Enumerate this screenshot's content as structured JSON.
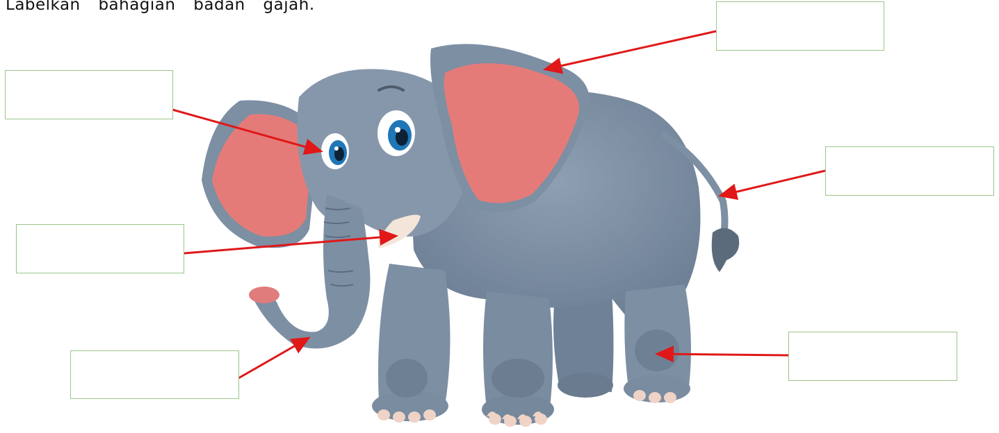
{
  "instruction": "Labelkan bahagian badan gajah.",
  "labels": [
    {
      "id": "ear",
      "answer": ""
    },
    {
      "id": "eye",
      "answer": ""
    },
    {
      "id": "tail",
      "answer": ""
    },
    {
      "id": "tusk",
      "answer": ""
    },
    {
      "id": "trunk",
      "answer": ""
    },
    {
      "id": "leg",
      "answer": ""
    }
  ],
  "colors": {
    "arrow": "#e01818",
    "box_border": "#9bc48a",
    "body": "#7d8fa3",
    "ear_inner": "#e57b78"
  }
}
